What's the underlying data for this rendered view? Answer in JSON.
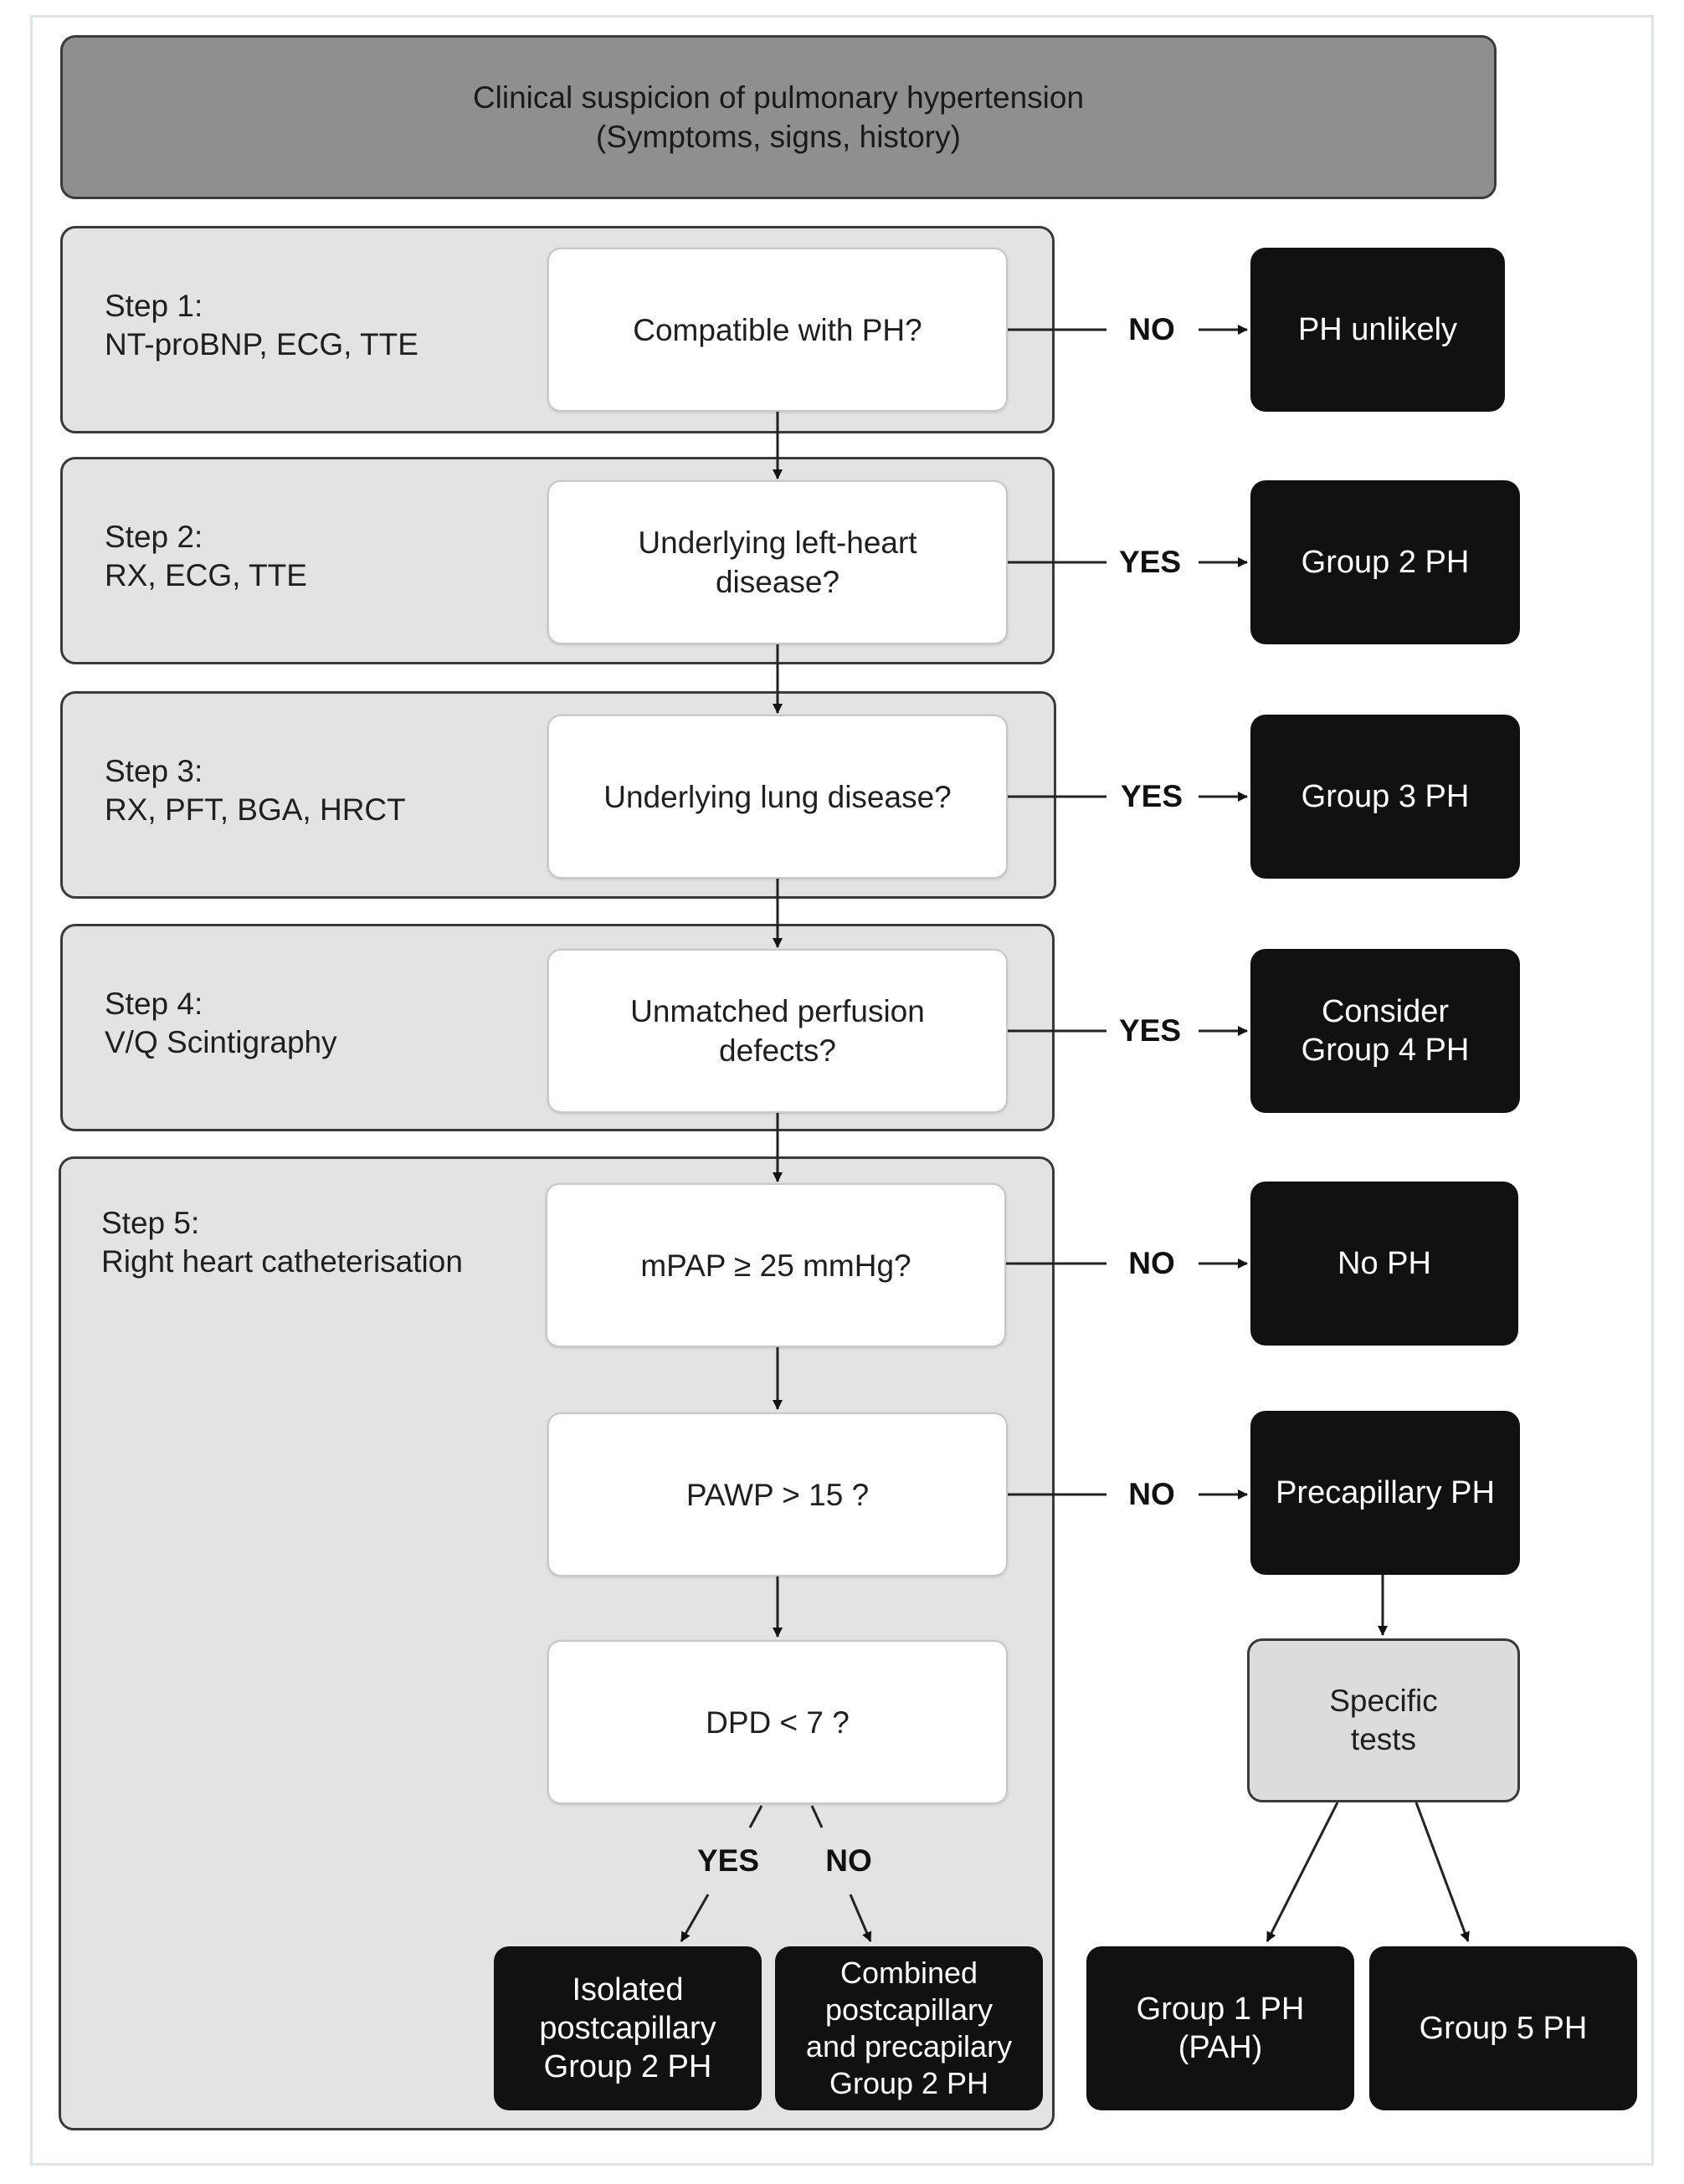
{
  "header": {
    "text": "Clinical suspicion of pulmonary hypertension\n(Symptoms, signs, history)"
  },
  "steps": [
    {
      "label": "Step 1:\nNT-proBNP, ECG, TTE",
      "question": "Compatible with PH?",
      "answer": "NO",
      "outcome": "PH unlikely"
    },
    {
      "label": "Step 2:\nRX, ECG, TTE",
      "question": "Underlying left-heart\ndisease?",
      "answer": "YES",
      "outcome": "Group 2 PH"
    },
    {
      "label": "Step 3:\nRX, PFT, BGA, HRCT",
      "question": "Underlying lung disease?",
      "answer": "YES",
      "outcome": "Group 3 PH"
    },
    {
      "label": "Step 4:\nV/Q Scintigraphy",
      "question": "Unmatched perfusion\ndefects?",
      "answer": "YES",
      "outcome": "Consider\nGroup 4 PH"
    }
  ],
  "step5": {
    "label": "Step 5:\nRight heart catheterisation",
    "q1": "mPAP ≥ 25 mmHg?",
    "q1_answer": "NO",
    "q1_outcome": "No PH",
    "q2": "PAWP > 15 ?",
    "q2_answer": "NO",
    "q2_outcome": "Precapillary PH",
    "q3": "DPD < 7 ?",
    "q3_yes": "YES",
    "q3_no": "NO",
    "outcome_yes": "Isolated\npostcapillary\nGroup 2 PH",
    "outcome_no": "Combined\npostcapillary\nand precapilary\nGroup 2 PH"
  },
  "specific_tests": "Specific\ntests",
  "final": {
    "group1": "Group 1 PH\n(PAH)",
    "group5": "Group 5 PH"
  },
  "colors": {
    "header_bg": "#8f8f8f",
    "panel_bg": "#e3e3e3",
    "outcome_bg": "#111111",
    "question_bg": "#ffffff"
  }
}
